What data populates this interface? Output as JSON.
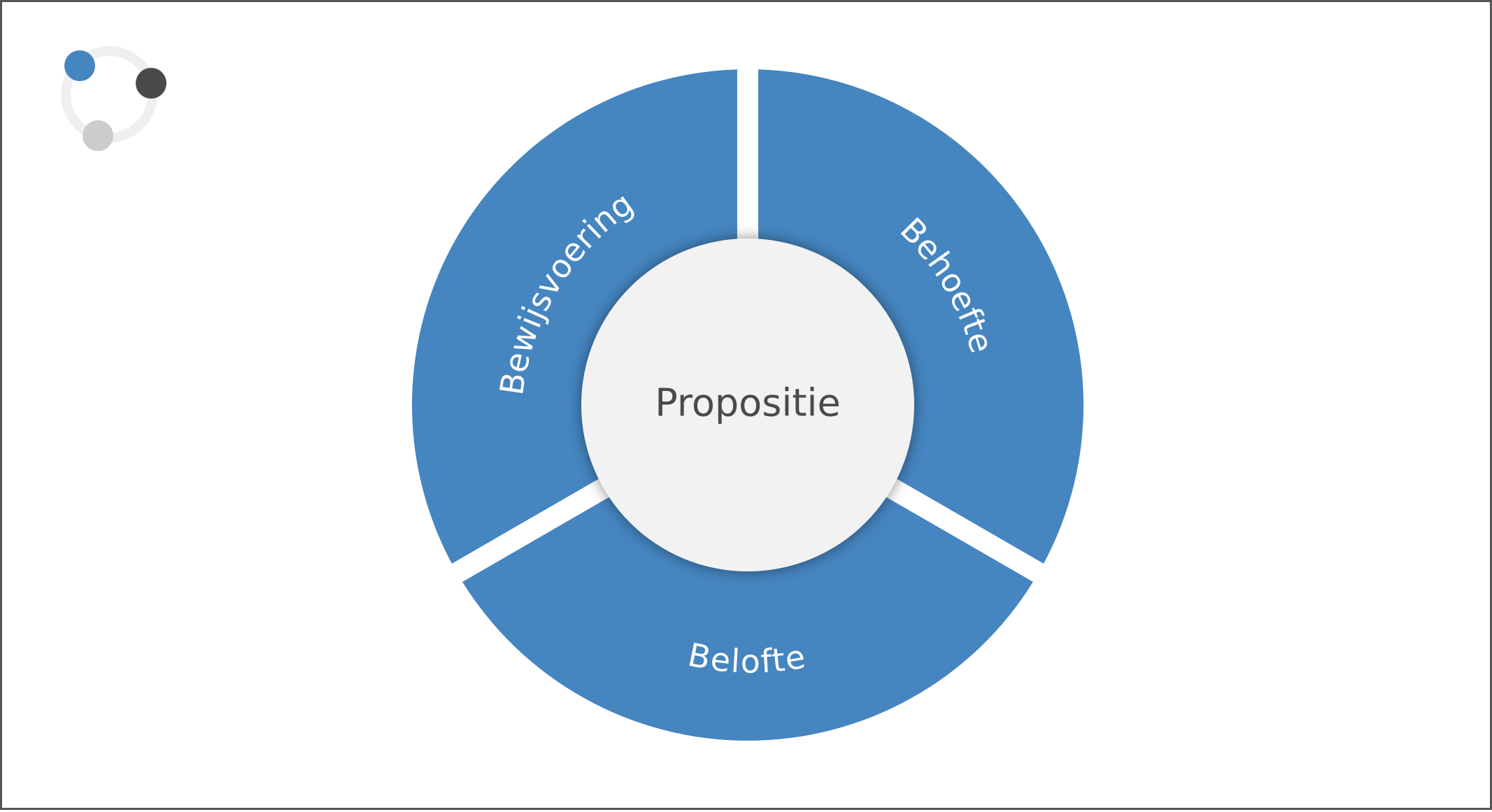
{
  "diagram": {
    "center_label": "Propositie",
    "segments": [
      {
        "label": "Behoefte"
      },
      {
        "label": "Belofte"
      },
      {
        "label": "Bewijsvoering"
      }
    ]
  },
  "colors": {
    "segment": "#4585c0",
    "center": "#f2f2f2",
    "center_text": "#4a4a4a",
    "segment_text": "#ffffff",
    "gap": "#ffffff",
    "border": "#555555",
    "logo_blue": "#4585c0",
    "logo_dark": "#4a4a4a",
    "logo_light": "#cccccc",
    "logo_ring": "#efefef"
  }
}
